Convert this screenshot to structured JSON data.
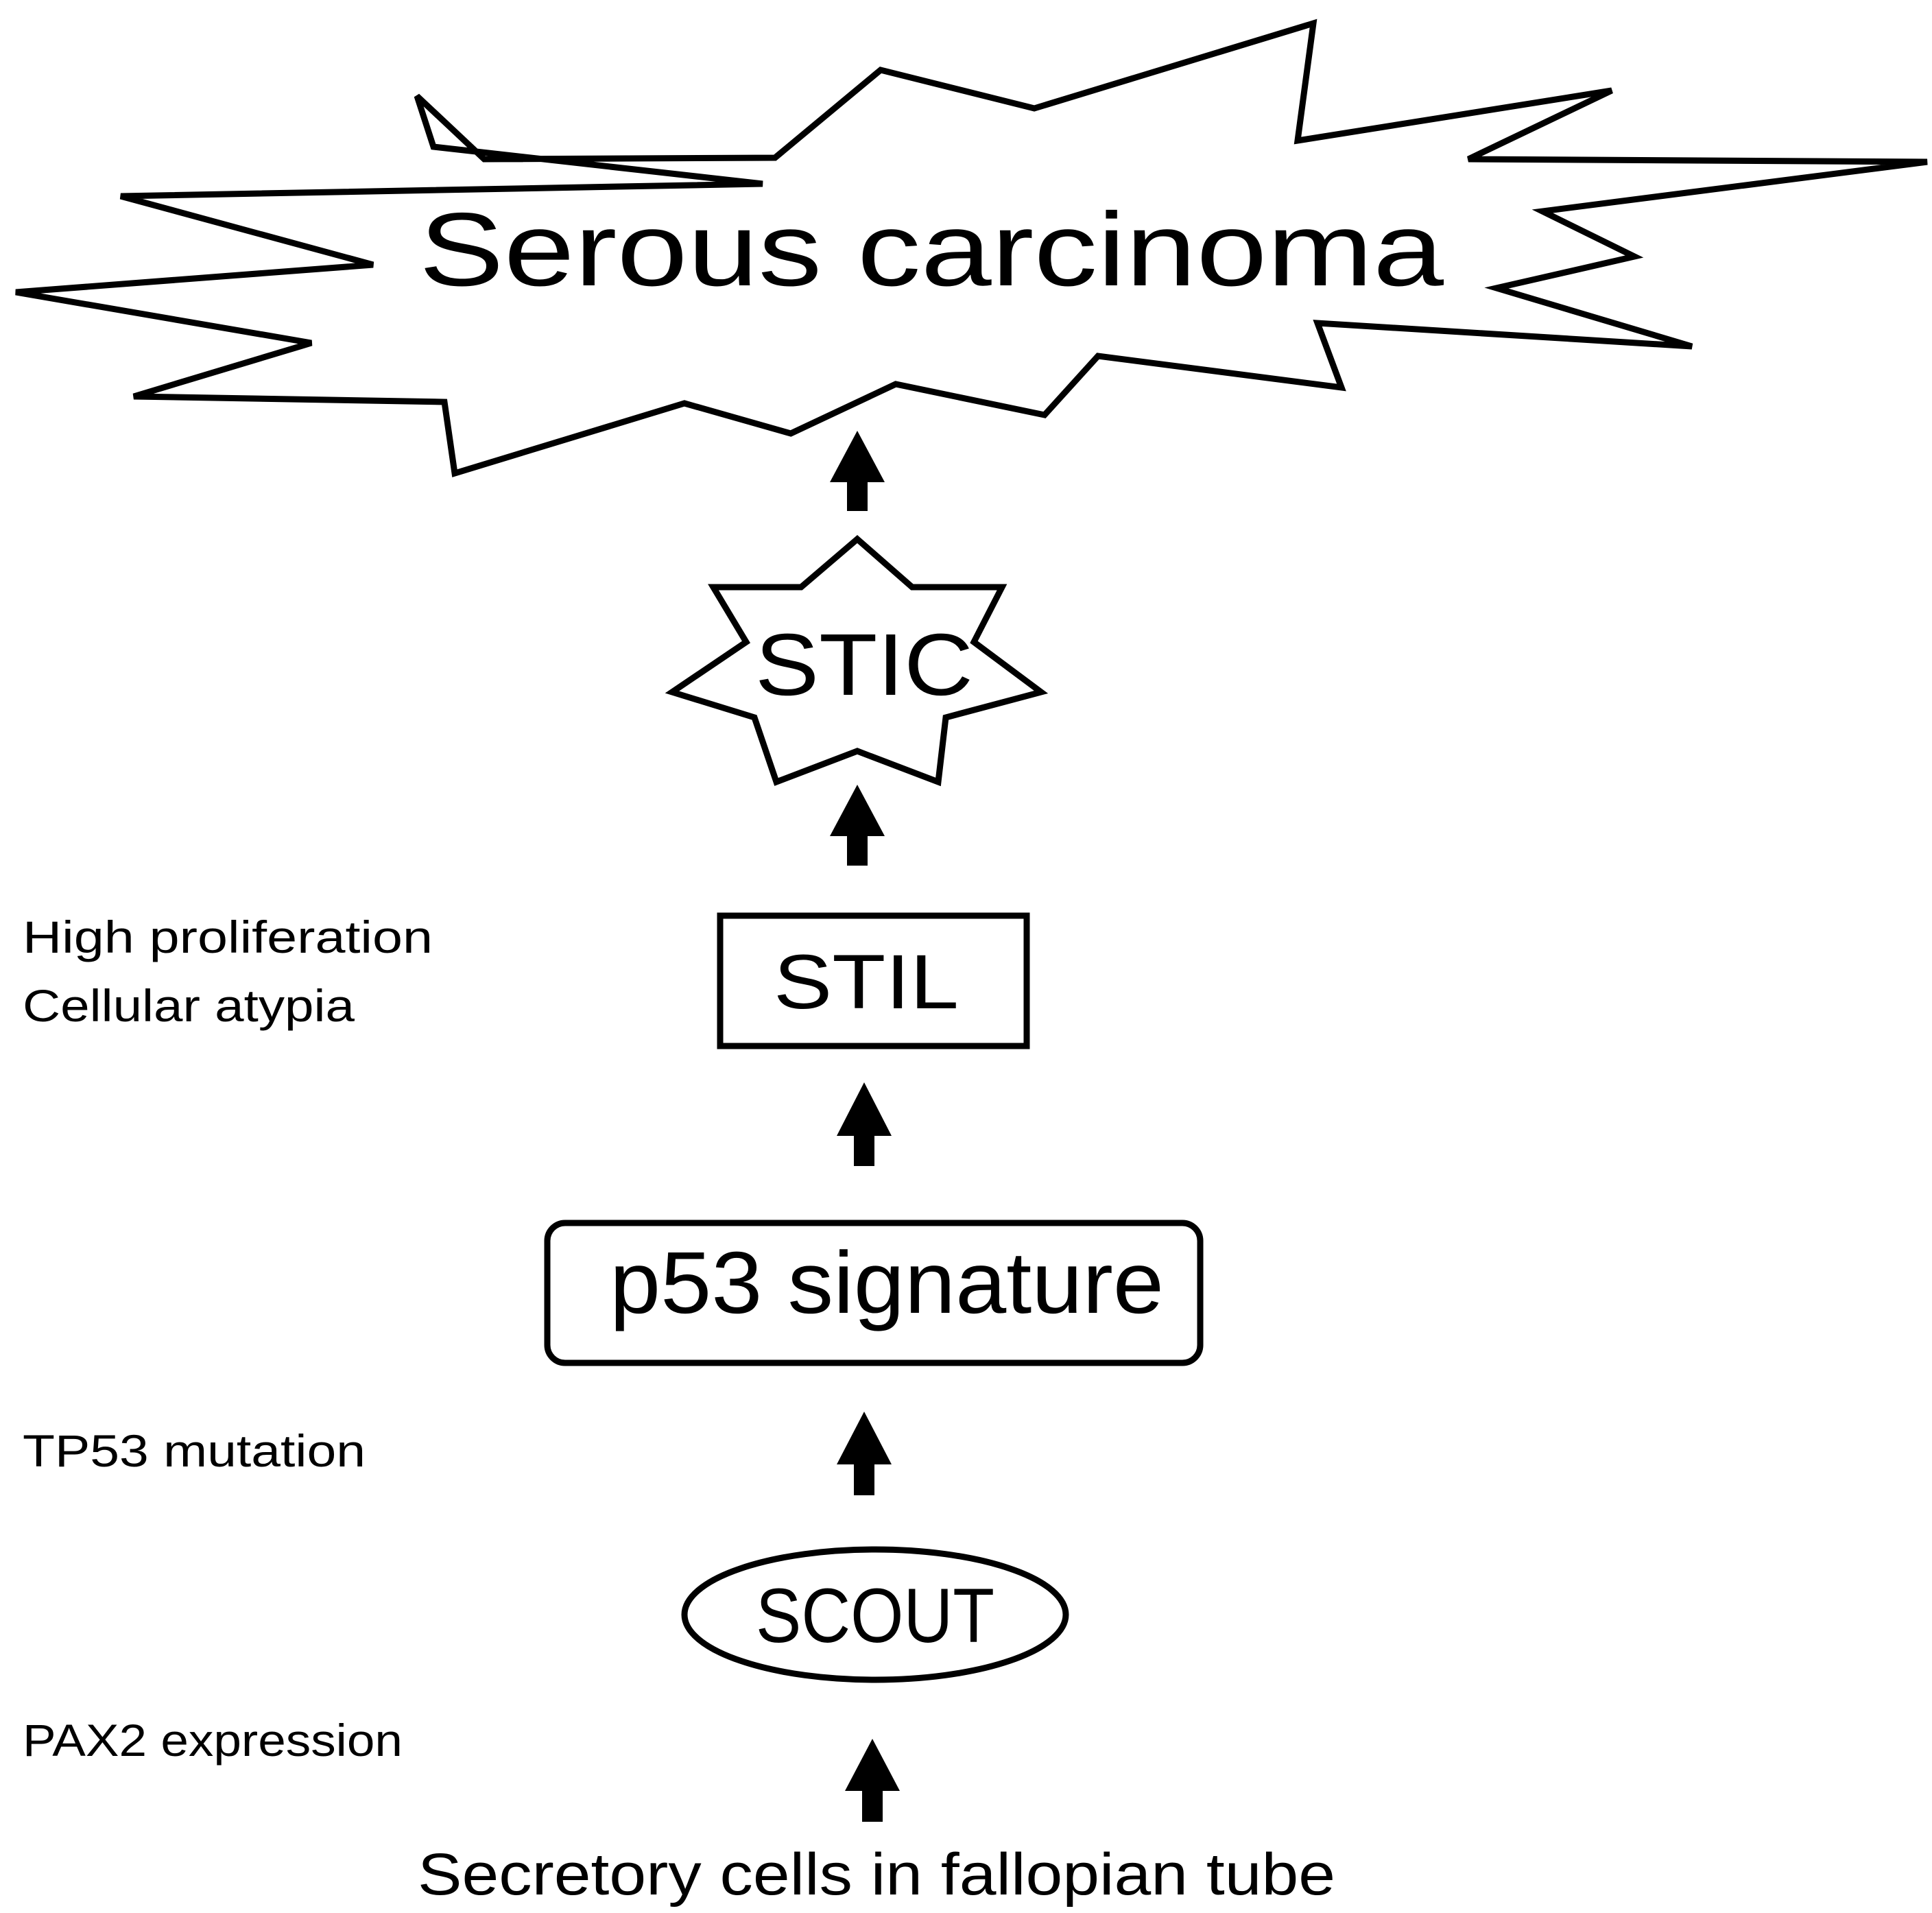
{
  "nodes": {
    "serous_carcinoma": "Serous carcinoma",
    "stic": "STIC",
    "stil": "STIL",
    "p53_signature": "p53 signature",
    "scout": "SCOUT",
    "secretory_cells": "Secretory cells in fallopian tube"
  },
  "annotations": {
    "stil_line1": "High proliferation",
    "stil_line2": "Cellular atypia",
    "p53": "TP53 mutation",
    "scout": "PAX2 expression"
  },
  "flow_order": [
    "secretory_cells",
    "scout",
    "p53_signature",
    "stil",
    "stic",
    "serous_carcinoma"
  ]
}
